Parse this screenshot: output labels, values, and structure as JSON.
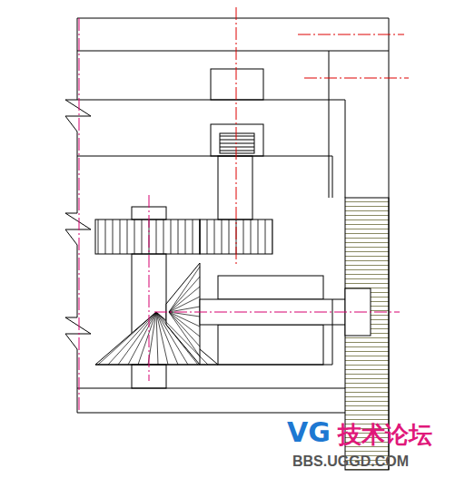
{
  "diagram": {
    "labels": [
      "VG",
      "技术论坛",
      "BBS.UGGD.COM"
    ]
  }
}
